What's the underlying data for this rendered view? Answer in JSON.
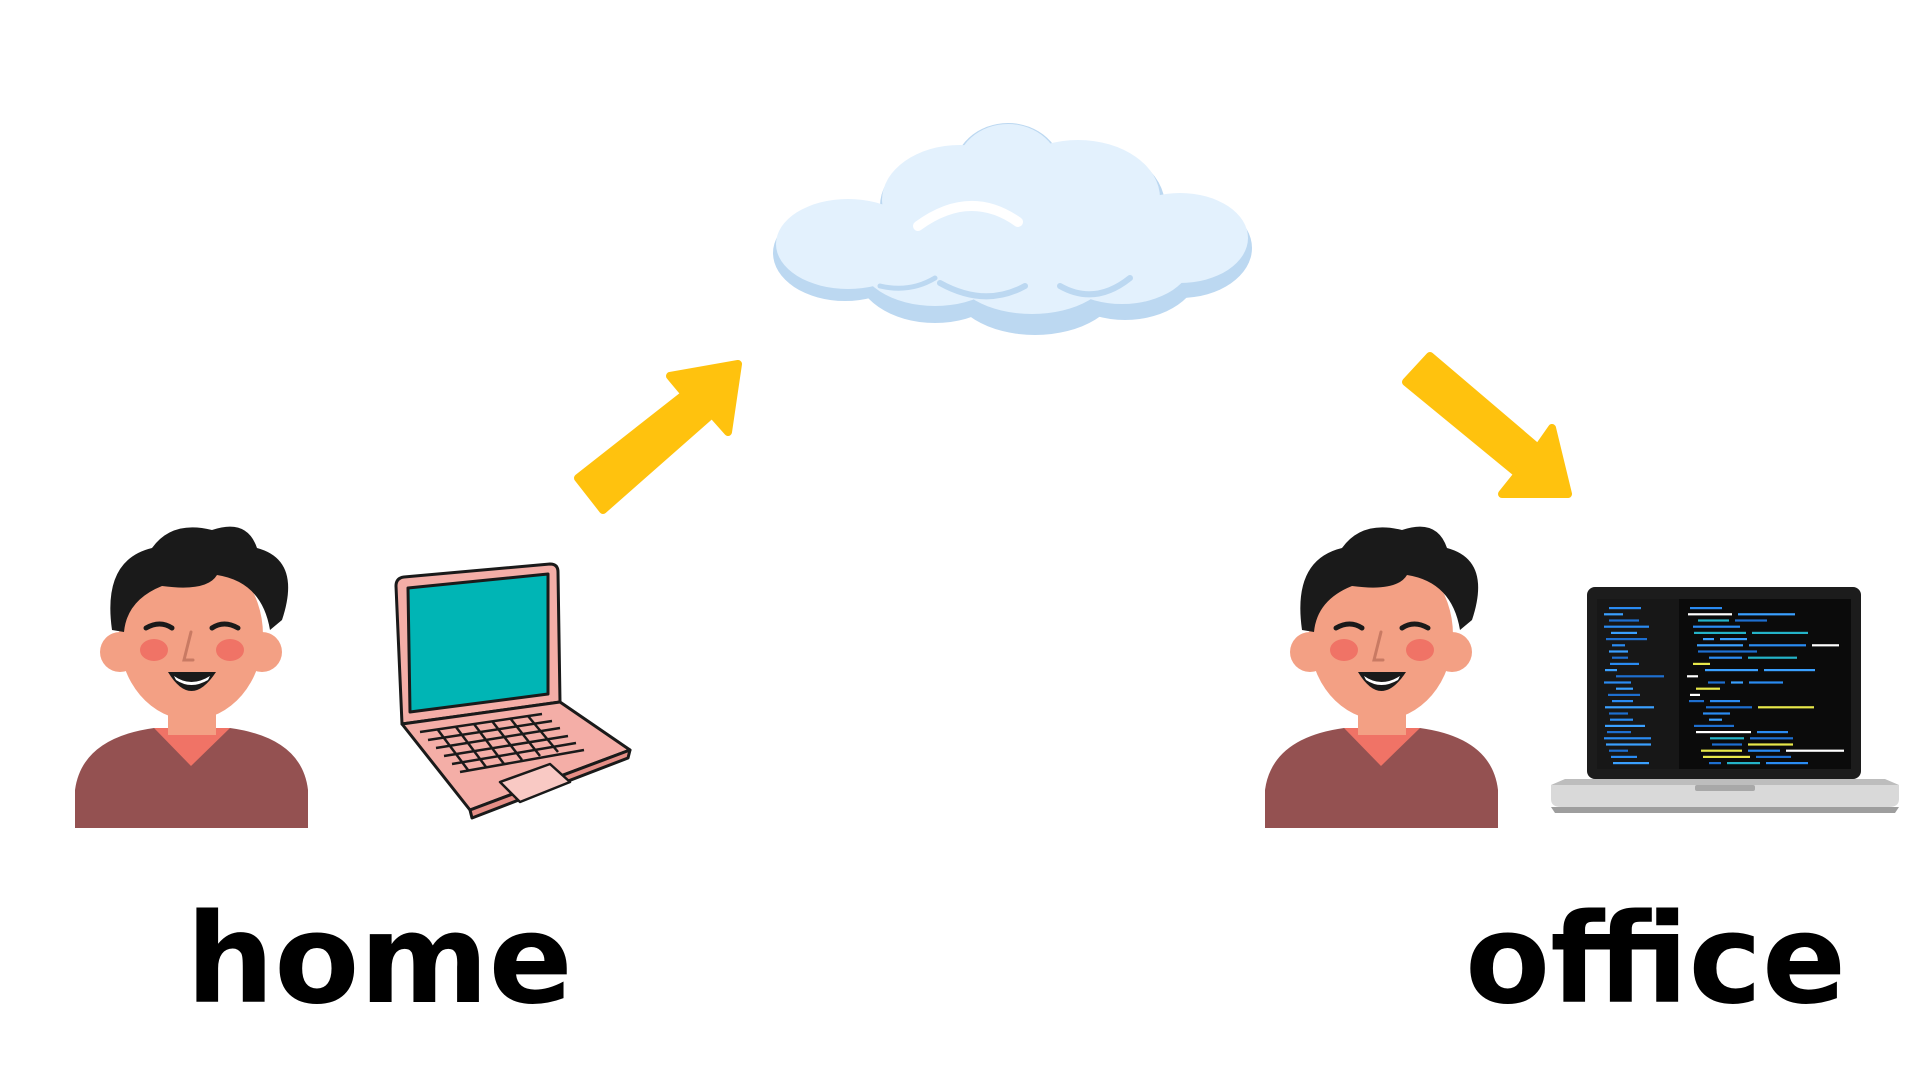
{
  "diagram": {
    "nodes": [
      {
        "id": "home",
        "label": "home",
        "device": "pink-laptop-icon"
      },
      {
        "id": "cloud",
        "label": "",
        "device": "cloud-icon"
      },
      {
        "id": "office",
        "label": "office",
        "device": "code-laptop-icon"
      }
    ],
    "edges": [
      {
        "from": "home",
        "to": "cloud",
        "style": "arrow"
      },
      {
        "from": "cloud",
        "to": "office",
        "style": "arrow"
      }
    ]
  },
  "labels": {
    "home": "home",
    "office": "office"
  },
  "colors": {
    "arrow": "#FFC20E",
    "cloud_light": "#E3F1FD",
    "cloud_shadow": "#BCD8F1",
    "laptop_screen": "#00B5B5",
    "laptop_body": "#F4AEA7",
    "hair": "#1A1A1A",
    "skin": "#F3A084",
    "shirt": "#945151",
    "cheek": "#F07366"
  },
  "icons": [
    "person-home-icon",
    "pink-laptop-icon",
    "cloud-icon",
    "arrow-up-right-icon",
    "arrow-down-right-icon",
    "person-office-icon",
    "code-laptop-icon"
  ]
}
